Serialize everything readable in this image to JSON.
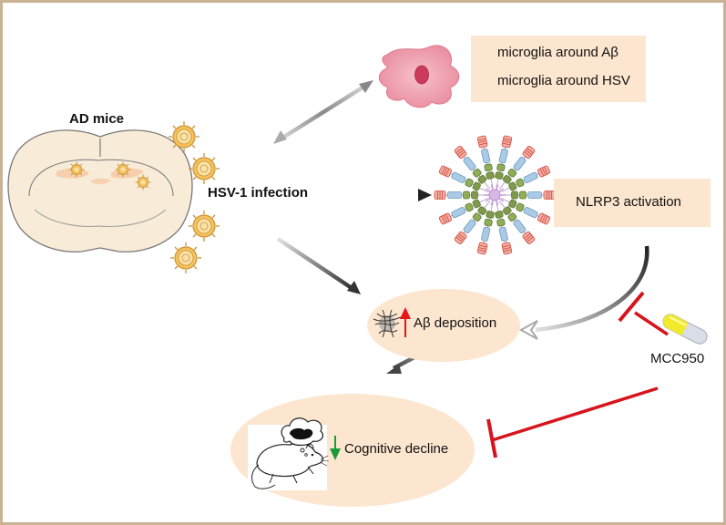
{
  "labels": {
    "ad_mice": "AD mice",
    "hsv_infection": "HSV-1 infection",
    "microglia_abeta": "microglia around Aβ",
    "microglia_hsv": "microglia around HSV",
    "nlrp3": "NLRP3 activation",
    "abeta_deposition": "Aβ deposition",
    "cognitive_decline": "Cognitive decline",
    "mcc950": "MCC950"
  },
  "colors": {
    "border": "#c9b394",
    "box_fill": "#fde6cf",
    "up_arrow": "#e8141b",
    "down_arrow": "#1a9a3a",
    "inhibit": "#d7141e",
    "virus_fill": "#f6c15a",
    "virus_stroke": "#c9953a",
    "brain_fill": "#f8ebd8",
    "brain_stroke": "#777777",
    "microglia_fill": "#f0a0b0",
    "microglia_nucleus": "#cc3b5b",
    "pill_yellow": "#f1ea2a",
    "pill_white": "#d8dde6"
  },
  "icons": [
    "virus-icon",
    "brain-icon",
    "microglia-icon",
    "inflammasome-icon",
    "amyloid-plaque-icon",
    "mouse-icon",
    "thought-cloud-icon",
    "pill-icon",
    "up-arrow-icon",
    "down-arrow-icon",
    "inhibition-icon"
  ]
}
